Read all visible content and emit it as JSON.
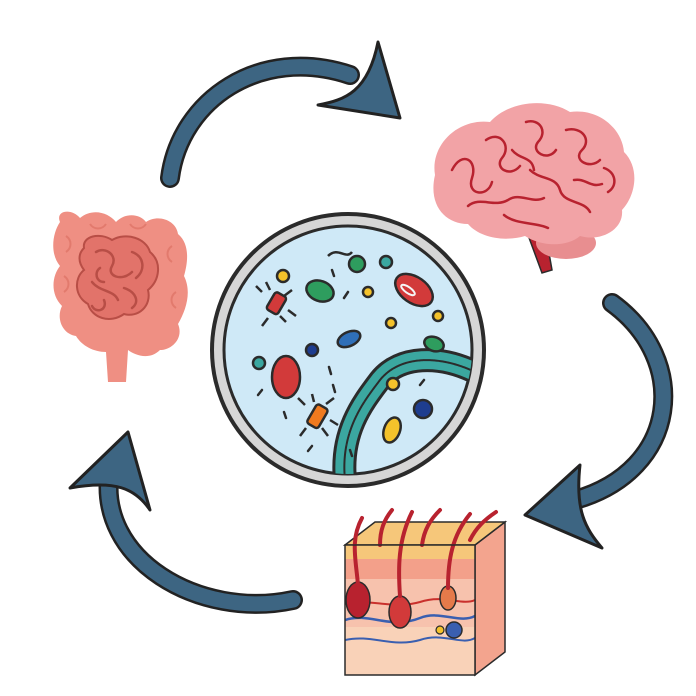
{
  "diagram": {
    "nodes": [
      {
        "id": "microbiome",
        "icon": "petri-dish-microbes-icon"
      },
      {
        "id": "brain",
        "icon": "brain-icon"
      },
      {
        "id": "skin",
        "icon": "skin-cross-section-icon"
      },
      {
        "id": "gut",
        "icon": "intestines-icon"
      }
    ],
    "cycle": [
      "gut",
      "brain",
      "skin",
      "gut"
    ],
    "colors": {
      "arrow": "#3d6582",
      "outline": "#2b2b2b",
      "dish_fill": "#cfe9f7",
      "brain": "#f2a3a6",
      "brain_fold": "#b8222f",
      "gut": "#e98a7e",
      "skin_top": "#f6c77a",
      "skin_layers": "#f6b9a4"
    }
  }
}
